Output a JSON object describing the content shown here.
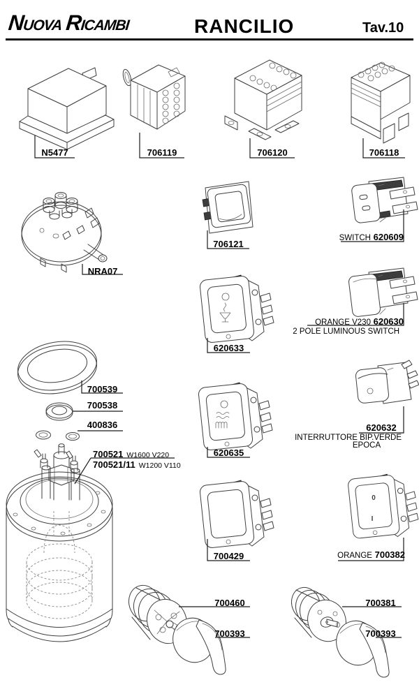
{
  "header": {
    "brand_n": "N",
    "brand_uova": "UOVA",
    "brand_r": "R",
    "brand_icambi": "ICAMBI",
    "title": "RANCILIO",
    "plate": "Tav.10"
  },
  "labels": {
    "n5477": "N5477",
    "r706119": "706119",
    "r706120": "706120",
    "r706118": "706118",
    "nra07": "NRA07",
    "s706121": "706121",
    "switch_prefix": "SWITCH",
    "s620609": "620609",
    "s620633": "620633",
    "orange_v230_prefix": "ORANGE V230",
    "s620630": "620630",
    "s620630_desc": "2 POLE LUMINOUS SWITCH",
    "g700539": "700539",
    "g700538": "700538",
    "g400836": "400836",
    "h700521": "700521",
    "h700521_spec": "W1600 V220",
    "h700521_11": "700521/11",
    "h700521_11_spec": "W1200 V110",
    "s620635": "620635",
    "s620632": "620632",
    "s620632_desc1": "INTERRUTTORE BIP.VERDE",
    "s620632_desc2": "EPOCA",
    "s700429": "700429",
    "orange_prefix": "ORANGE",
    "s700382": "700382",
    "k700460": "700460",
    "k700393_left": "700393",
    "k700381": "700381",
    "k700393_right": "700393"
  },
  "rocker_marks": {
    "off": "0",
    "on": "I"
  }
}
